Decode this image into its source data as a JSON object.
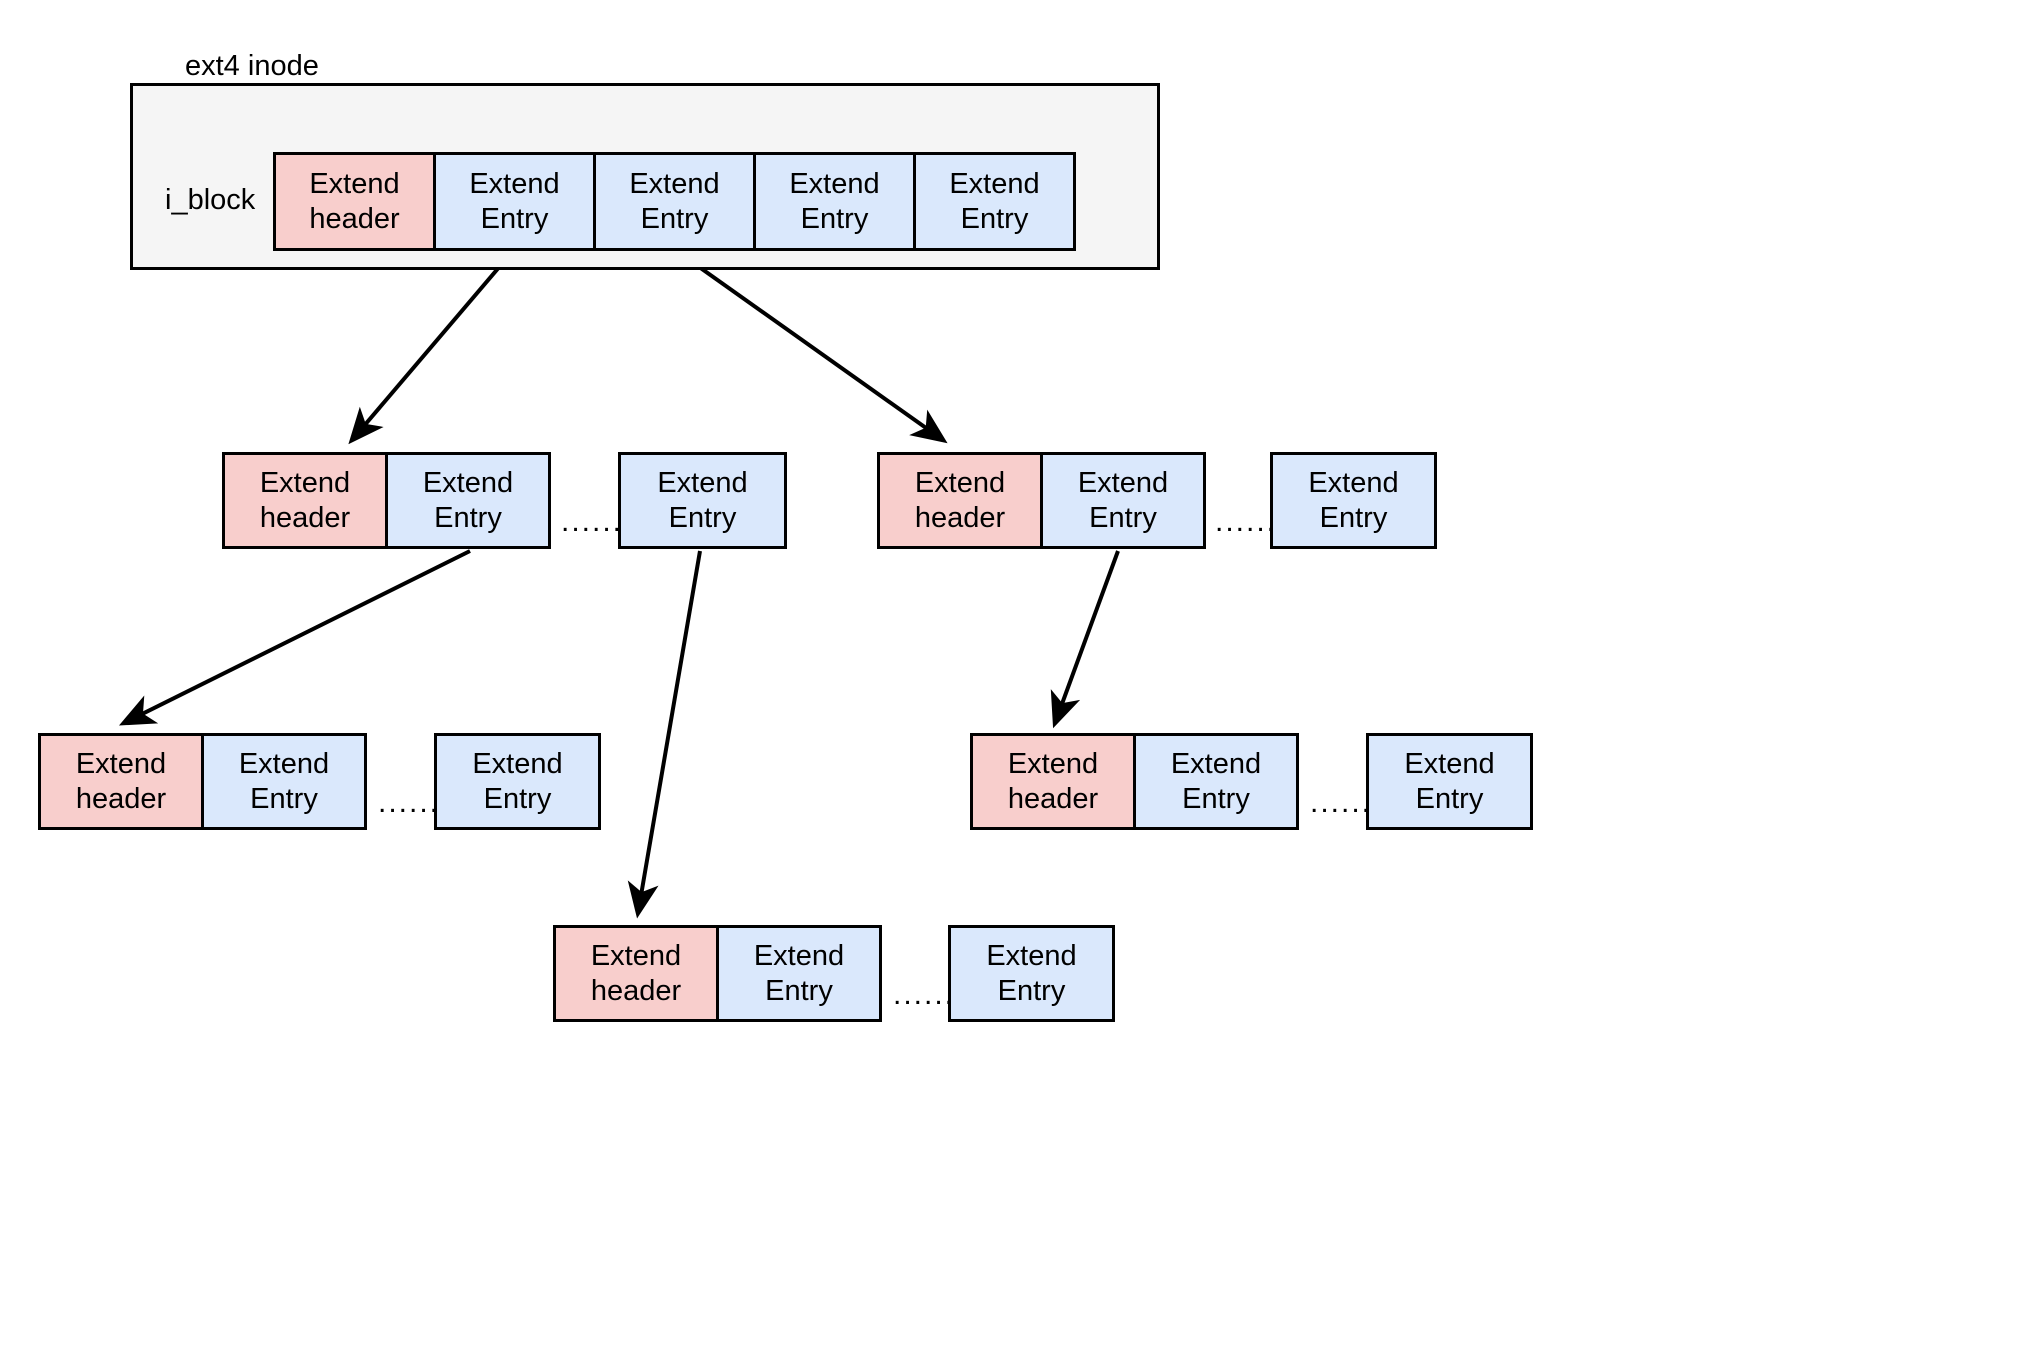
{
  "diagram": {
    "title": "ext4 inode",
    "iblock_label": "i_block",
    "ellipsis": "......",
    "colors": {
      "header_fill": "#f8cecc",
      "entry_fill": "#dae8fc",
      "stroke": "#000000",
      "inode_fill": "#f5f5f5",
      "page_background": "#ffffff"
    },
    "labels": {
      "extend_header_line1": "Extend",
      "extend_header_line2": "header",
      "extend_entry_line1": "Extend",
      "extend_entry_line2": "Entry"
    },
    "inode_row": {
      "name": "i_block extent tree root",
      "cells": [
        {
          "kind": "header",
          "line1": "Extend",
          "line2": "header"
        },
        {
          "kind": "entry",
          "line1": "Extend",
          "line2": "Entry"
        },
        {
          "kind": "entry",
          "line1": "Extend",
          "line2": "Entry"
        },
        {
          "kind": "entry",
          "line1": "Extend",
          "line2": "Entry"
        },
        {
          "kind": "entry",
          "line1": "Extend",
          "line2": "Entry"
        }
      ]
    },
    "level2": [
      {
        "name": "extent-block-l2-a",
        "cells": [
          {
            "kind": "header",
            "line1": "Extend",
            "line2": "header"
          },
          {
            "kind": "entry",
            "line1": "Extend",
            "line2": "Entry"
          }
        ],
        "tail": {
          "kind": "entry",
          "line1": "Extend",
          "line2": "Entry"
        }
      },
      {
        "name": "extent-block-l2-b",
        "cells": [
          {
            "kind": "header",
            "line1": "Extend",
            "line2": "header"
          },
          {
            "kind": "entry",
            "line1": "Extend",
            "line2": "Entry"
          }
        ],
        "tail": {
          "kind": "entry",
          "line1": "Extend",
          "line2": "Entry"
        }
      }
    ],
    "level3": [
      {
        "name": "extent-block-l3-a",
        "cells": [
          {
            "kind": "header",
            "line1": "Extend",
            "line2": "header"
          },
          {
            "kind": "entry",
            "line1": "Extend",
            "line2": "Entry"
          }
        ],
        "tail": {
          "kind": "entry",
          "line1": "Extend",
          "line2": "Entry"
        }
      },
      {
        "name": "extent-block-l3-b",
        "cells": [
          {
            "kind": "header",
            "line1": "Extend",
            "line2": "header"
          },
          {
            "kind": "entry",
            "line1": "Extend",
            "line2": "Entry"
          }
        ],
        "tail": {
          "kind": "entry",
          "line1": "Extend",
          "line2": "Entry"
        }
      }
    ],
    "level4": [
      {
        "name": "extent-block-l4-a",
        "cells": [
          {
            "kind": "header",
            "line1": "Extend",
            "line2": "header"
          },
          {
            "kind": "entry",
            "line1": "Extend",
            "line2": "Entry"
          }
        ],
        "tail": {
          "kind": "entry",
          "line1": "Extend",
          "line2": "Entry"
        }
      }
    ]
  }
}
